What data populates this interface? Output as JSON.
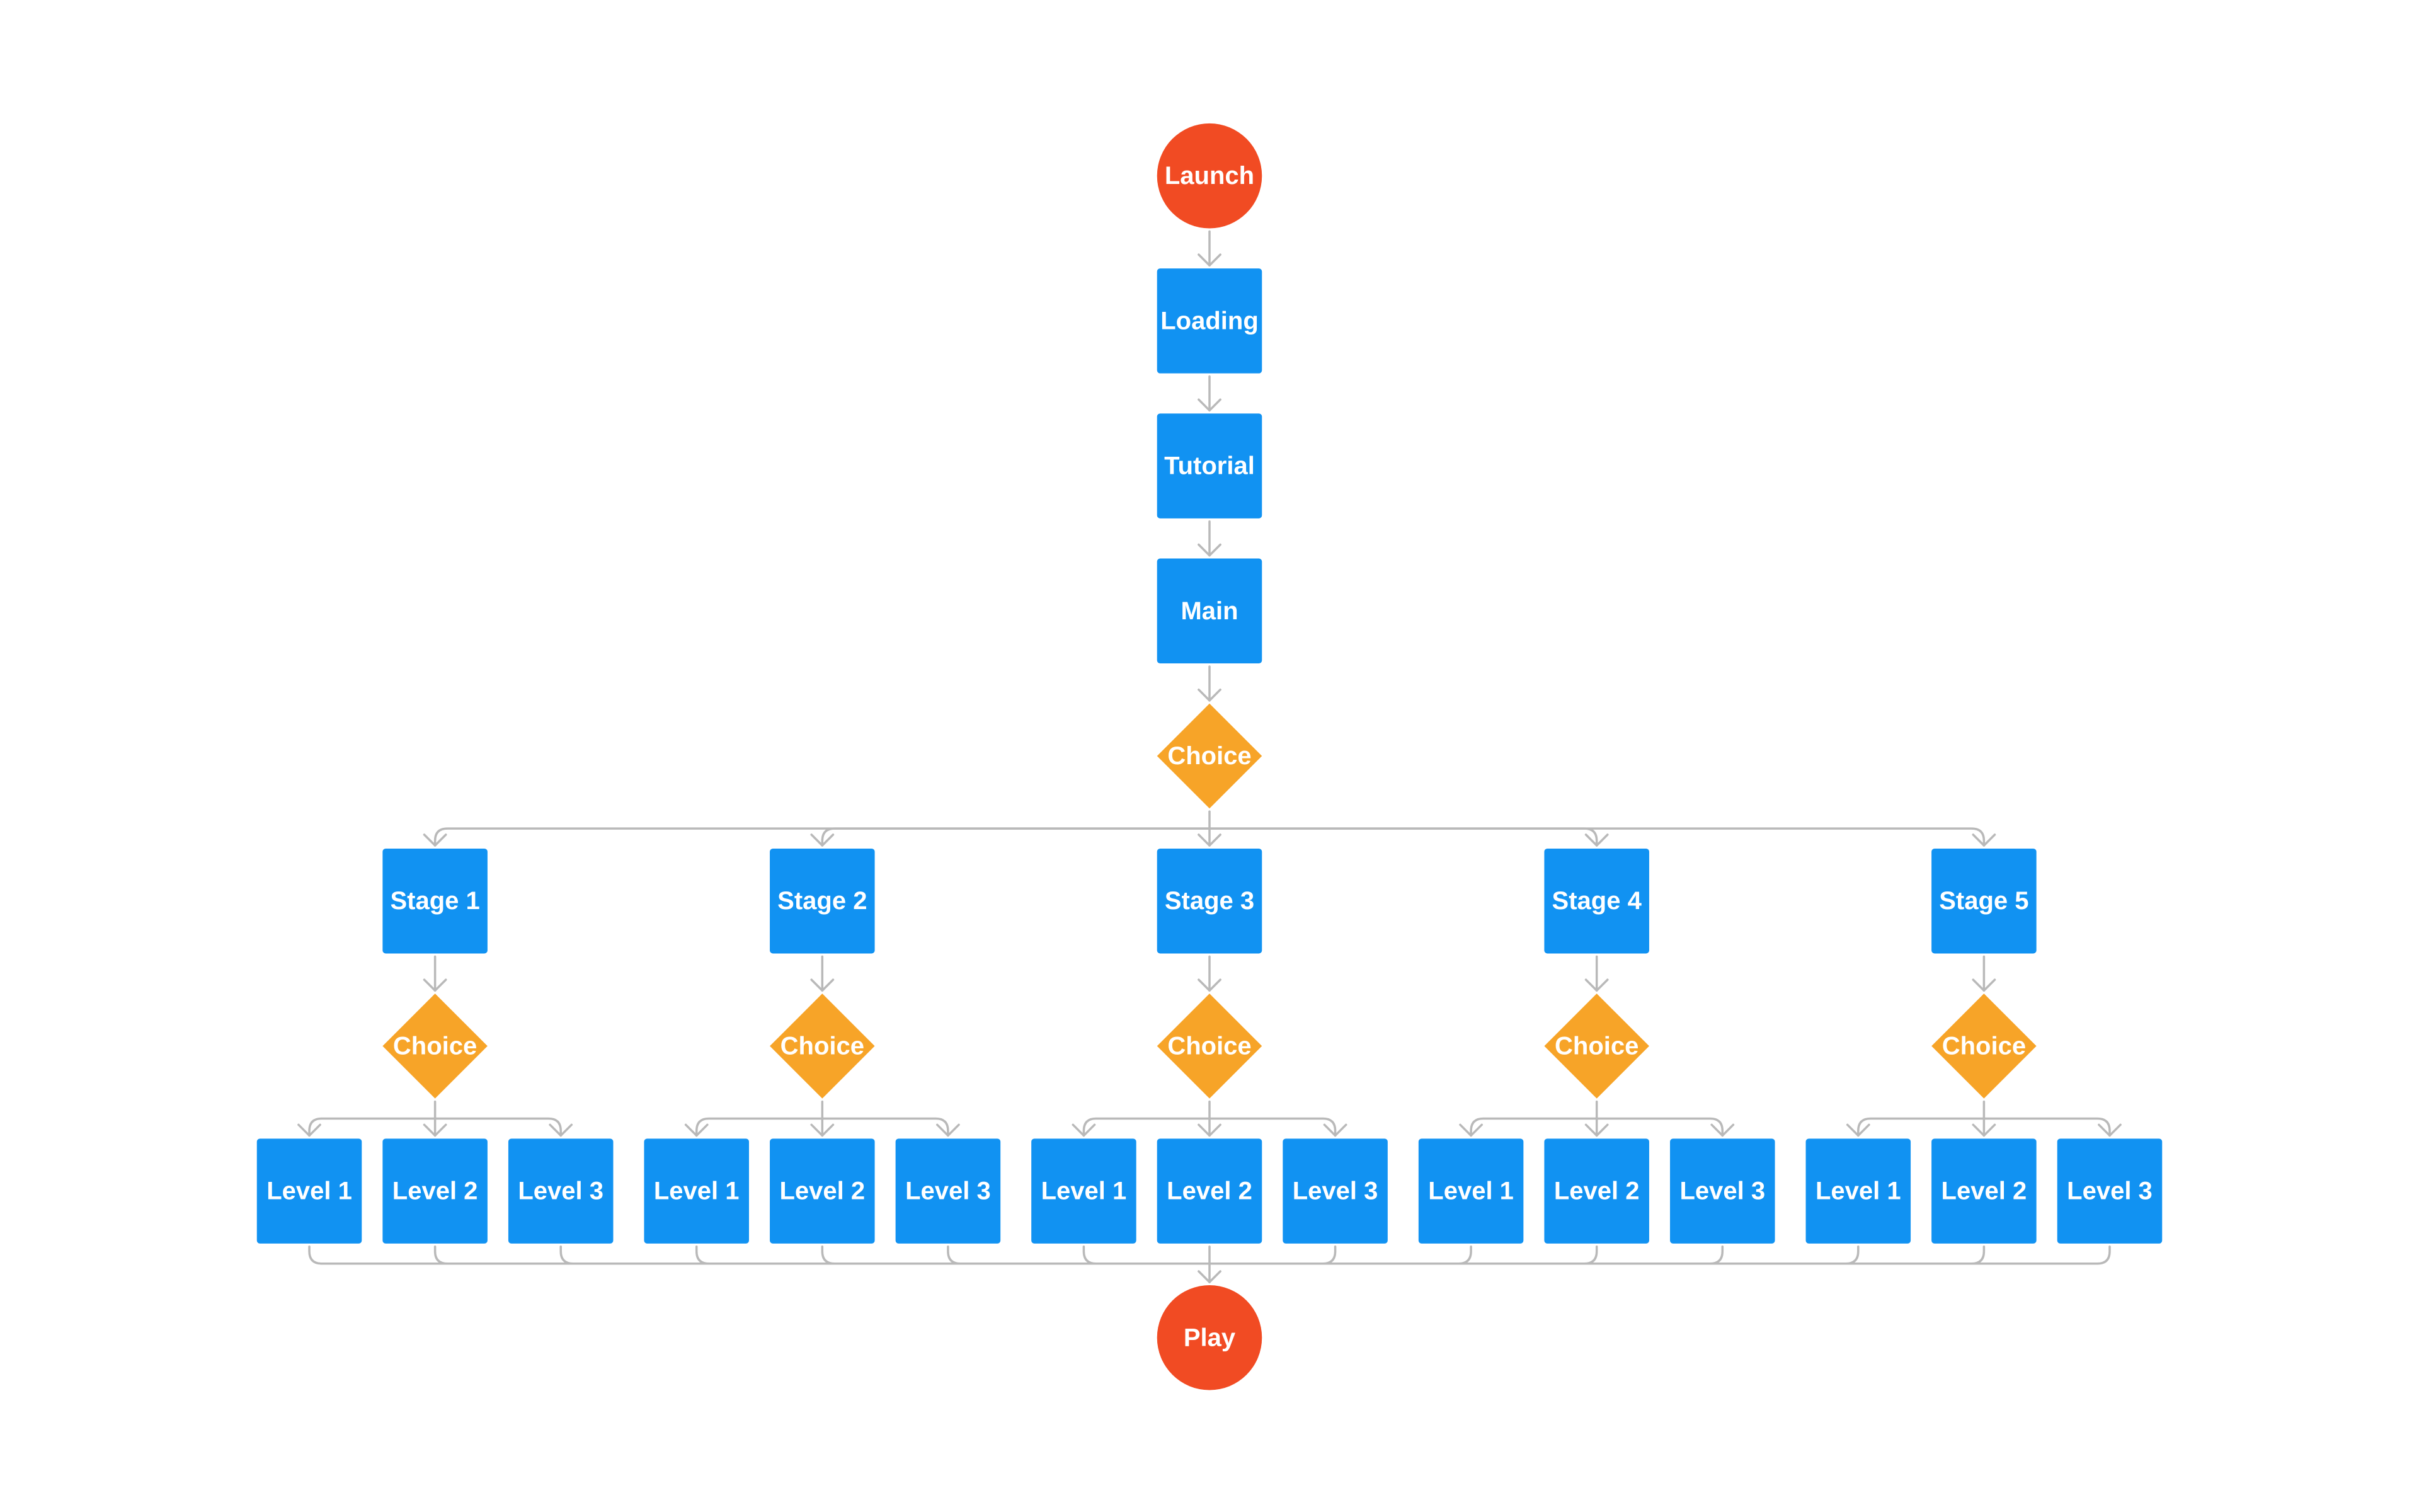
{
  "colors": {
    "process": "#1192F2",
    "decision": "#F7A428",
    "terminal": "#F14B23",
    "connector": "#B9B9B9",
    "text": "#FFFFFF"
  },
  "diagram": {
    "start": {
      "label": "Launch",
      "shape": "circle"
    },
    "sequence": [
      {
        "label": "Loading",
        "shape": "box"
      },
      {
        "label": "Tutorial",
        "shape": "box"
      },
      {
        "label": "Main",
        "shape": "box"
      }
    ],
    "main_choice": {
      "label": "Choice",
      "shape": "diamond"
    },
    "stages": [
      {
        "label": "Stage 1",
        "choice": "Choice",
        "levels": [
          "Level 1",
          "Level 2",
          "Level 3"
        ]
      },
      {
        "label": "Stage 2",
        "choice": "Choice",
        "levels": [
          "Level 1",
          "Level 2",
          "Level 3"
        ]
      },
      {
        "label": "Stage 3",
        "choice": "Choice",
        "levels": [
          "Level 1",
          "Level 2",
          "Level 3"
        ]
      },
      {
        "label": "Stage 4",
        "choice": "Choice",
        "levels": [
          "Level 1",
          "Level 2",
          "Level 3"
        ]
      },
      {
        "label": "Stage 5",
        "choice": "Choice",
        "levels": [
          "Level 1",
          "Level 2",
          "Level 3"
        ]
      }
    ],
    "end": {
      "label": "Play",
      "shape": "circle"
    }
  }
}
